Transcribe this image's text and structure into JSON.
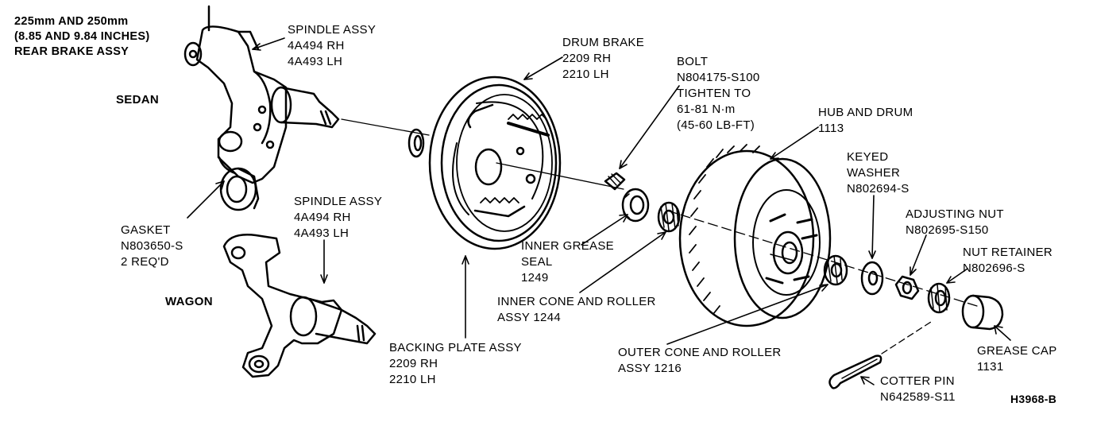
{
  "title_lines": [
    "225mm AND 250mm",
    "(8.85 AND 9.84 INCHES)",
    "REAR BRAKE ASSY"
  ],
  "variants": {
    "sedan": "SEDAN",
    "wagon": "WAGON"
  },
  "labels": {
    "spindle_sedan": [
      "SPINDLE ASSY",
      "4A494 RH",
      "4A493 LH"
    ],
    "spindle_wagon": [
      "SPINDLE ASSY",
      "4A494 RH",
      "4A493 LH"
    ],
    "drum_brake": [
      "DRUM BRAKE",
      "2209 RH",
      "2210 LH"
    ],
    "bolt": [
      "BOLT",
      "N804175-S100",
      "TIGHTEN TO",
      "61-81 N·m",
      "(45-60 LB-FT)"
    ],
    "hub_drum": [
      "HUB AND DRUM",
      "1113"
    ],
    "keyed_washer": [
      "KEYED",
      "WASHER",
      "N802694-S"
    ],
    "adjusting_nut": [
      "ADJUSTING NUT",
      "N802695-S150"
    ],
    "nut_retainer": [
      "NUT RETAINER",
      "N802696-S"
    ],
    "gasket": [
      "GASKET",
      "N803650-S",
      "2 REQ'D"
    ],
    "inner_grease_seal": [
      "INNER GREASE",
      "SEAL",
      "1249"
    ],
    "inner_cone": [
      "INNER CONE AND ROLLER",
      "ASSY 1244"
    ],
    "backing_plate": [
      "BACKING PLATE ASSY",
      "2209 RH",
      "2210 LH"
    ],
    "outer_cone": [
      "OUTER CONE AND ROLLER",
      "ASSY 1216"
    ],
    "grease_cap": [
      "GREASE CAP",
      "1131"
    ],
    "cotter_pin": [
      "COTTER PIN",
      "N642589-S11"
    ]
  },
  "figure_id": "H3968-B"
}
